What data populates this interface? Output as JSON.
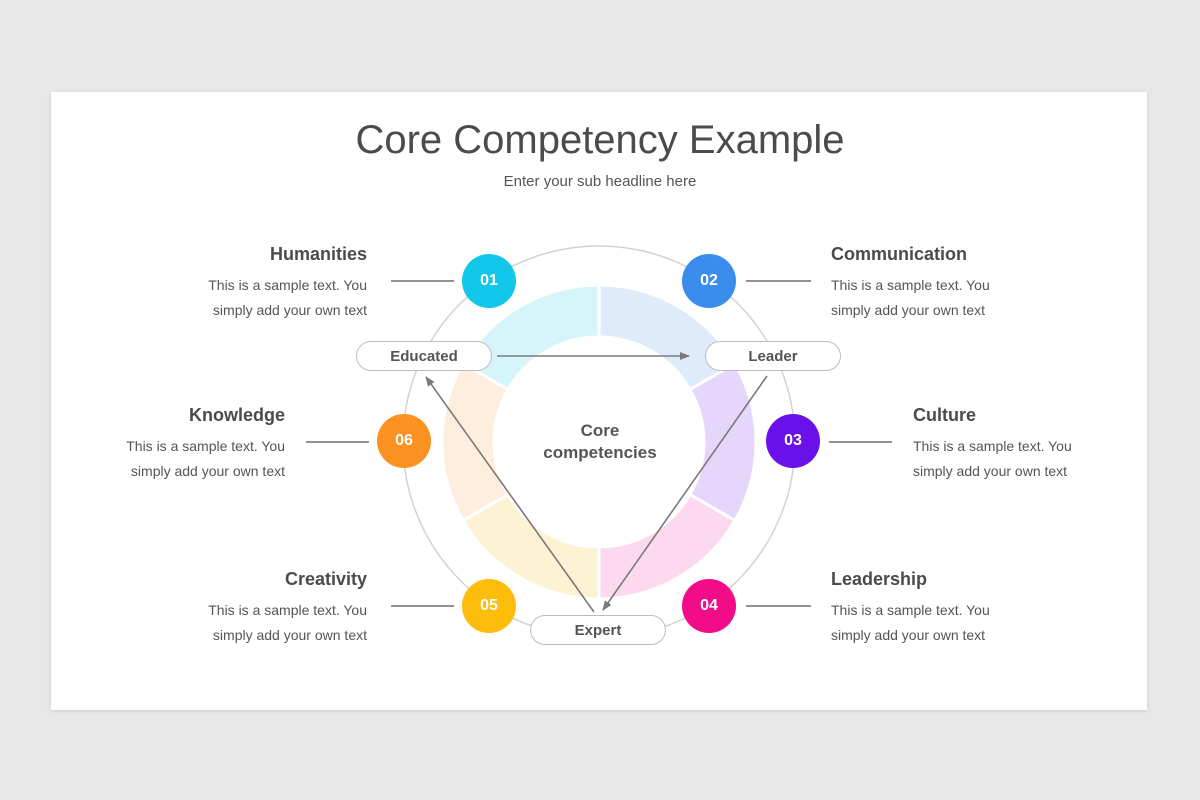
{
  "header": {
    "title": "Core Competency Example",
    "subtitle": "Enter your sub headline here"
  },
  "center": {
    "line1": "Core",
    "line2": "competencies"
  },
  "pills": {
    "educated": "Educated",
    "leader": "Leader",
    "expert": "Expert"
  },
  "items": [
    {
      "number": "01",
      "title": "Humanities",
      "line1": "This is a sample text. You",
      "line2": "simply add your own text",
      "color": "#12c7ea",
      "tint": "#d6f5fb"
    },
    {
      "number": "02",
      "title": "Communication",
      "line1": "This is a sample text. You",
      "line2": "simply add your own text",
      "color": "#3b8ded",
      "tint": "#deebfb"
    },
    {
      "number": "03",
      "title": "Culture",
      "line1": "This is a sample text. You",
      "line2": "simply add your own text",
      "color": "#6a10e8",
      "tint": "#e6d6fb"
    },
    {
      "number": "04",
      "title": "Leadership",
      "line1": "This is a sample text. You",
      "line2": "simply add your own text",
      "color": "#f20c87",
      "tint": "#fcd9ee"
    },
    {
      "number": "05",
      "title": "Creativity",
      "line1": "This is a sample text. You",
      "line2": "simply add your own text",
      "color": "#fdbd0a",
      "tint": "#fdf2d3"
    },
    {
      "number": "06",
      "title": "Knowledge",
      "line1": "This is a sample text. You",
      "line2": "simply add your own text",
      "color": "#fb9221",
      "tint": "#fdeedd"
    }
  ]
}
